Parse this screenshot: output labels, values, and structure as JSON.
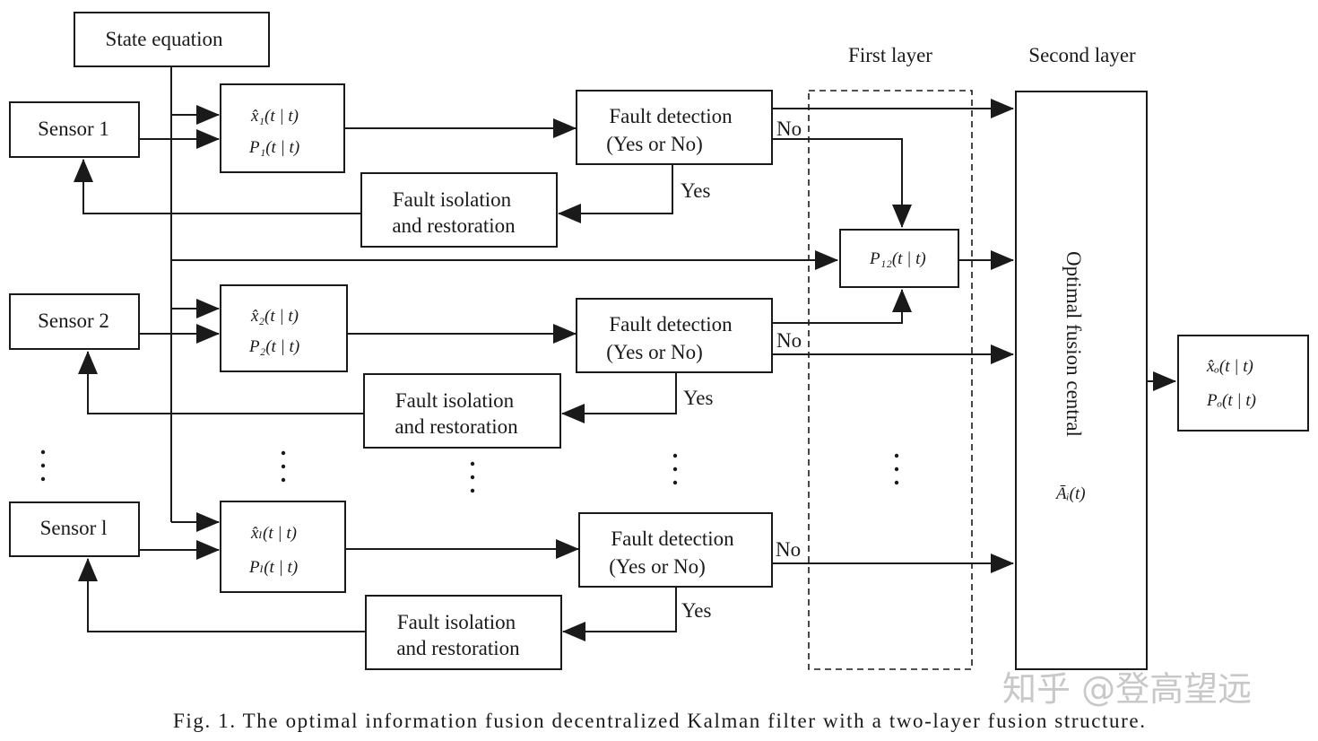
{
  "state_equation": "State equation",
  "layer_labels": {
    "first": "First layer",
    "second": "Second layer"
  },
  "sensors": [
    {
      "label": "Sensor 1",
      "state_estimate": "x̂₁(t | t)",
      "covariance": "P₁(t | t)"
    },
    {
      "label": "Sensor 2",
      "state_estimate": "x̂₂(t | t)",
      "covariance": "P₂(t | t)"
    },
    {
      "label": "Sensor l",
      "state_estimate": "x̂ₗ(t | t)",
      "covariance": "Pₗ(t | t)"
    }
  ],
  "fault_detection": {
    "line1": "Fault detection",
    "line2": "(Yes or No)"
  },
  "fault_isolation": {
    "line1": "Fault isolation",
    "line2": "and restoration"
  },
  "edge_labels": {
    "no": "No",
    "yes": "Yes"
  },
  "cross_covariance": "P₁₂(t | t)",
  "fusion_center": {
    "title": "Optimal fusion central",
    "weight": "Āᵢ(t)"
  },
  "output": {
    "state_estimate": "x̂ₒ(t | t)",
    "covariance": "Pₒ(t | t)"
  },
  "ellipsis": "⋮",
  "caption": "Fig. 1. The optimal information fusion decentralized Kalman filter with a two-layer fusion structure.",
  "watermark": "知乎 @登高望远"
}
